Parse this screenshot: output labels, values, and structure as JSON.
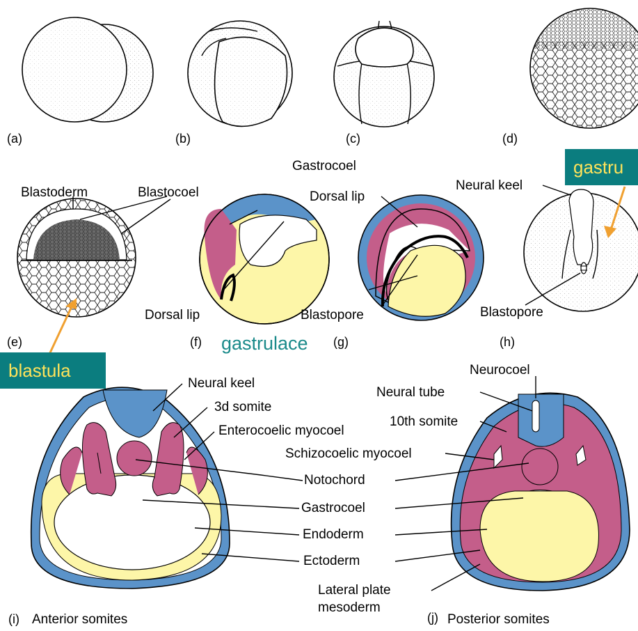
{
  "panels": {
    "a": "(a)",
    "b": "(b)",
    "c": "(c)",
    "d": "(d)",
    "e": "(e)",
    "f": "(f)",
    "g": "(g)",
    "h": "(h)",
    "i": "(i)",
    "j": "(j)"
  },
  "labels": {
    "blastoderm": "Blastoderm",
    "blastocoel": "Blastocoel",
    "dorsal_lip_f": "Dorsal lip",
    "gastrocoel_g": "Gastrocoel",
    "dorsal_lip_g": "Dorsal lip",
    "blastopore_g": "Blastopore",
    "neural_keel_h": "Neural keel",
    "blastopore_h": "Blastopore",
    "neural_keel_i": "Neural keel",
    "somite_3d": "3d somite",
    "enterocoelic": "Enterocoelic myocoel",
    "neurocoel": "Neurocoel",
    "neural_tube": "Neural tube",
    "somite_10th": "10th somite",
    "schizocoelic": "Schizocoelic myocoel",
    "notochord": "Notochord",
    "gastrocoel": "Gastrocoel",
    "endoderm": "Endoderm",
    "ectoderm": "Ectoderm",
    "lateral_plate_1": "Lateral plate",
    "lateral_plate_2": "mesoderm"
  },
  "captions": {
    "i": "Anterior somites",
    "j": "Posterior somites"
  },
  "annotations": {
    "gastrula_box": "gastru",
    "blastula_box": "blastula",
    "gastrulace": "gastrulace"
  },
  "colors": {
    "ectoderm": "#5b93c9",
    "mesoderm": "#c45e8a",
    "endoderm": "#fdf6a8",
    "callout_bg": "#0b7d7f",
    "callout_text": "#ffe35a",
    "arrow": "#f0a030"
  }
}
